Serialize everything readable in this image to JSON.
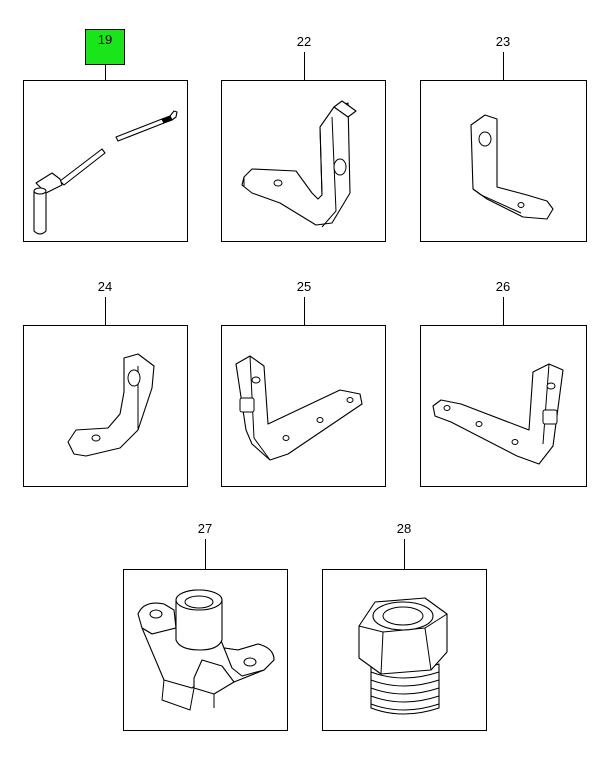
{
  "parts": [
    {
      "id": "part-19",
      "label": "19",
      "highlight_color": "#19e619",
      "selected": true
    },
    {
      "id": "part-22",
      "label": "22"
    },
    {
      "id": "part-23",
      "label": "23"
    },
    {
      "id": "part-24",
      "label": "24"
    },
    {
      "id": "part-25",
      "label": "25"
    },
    {
      "id": "part-26",
      "label": "26"
    },
    {
      "id": "part-27",
      "label": "27"
    },
    {
      "id": "part-28",
      "label": "28"
    }
  ]
}
